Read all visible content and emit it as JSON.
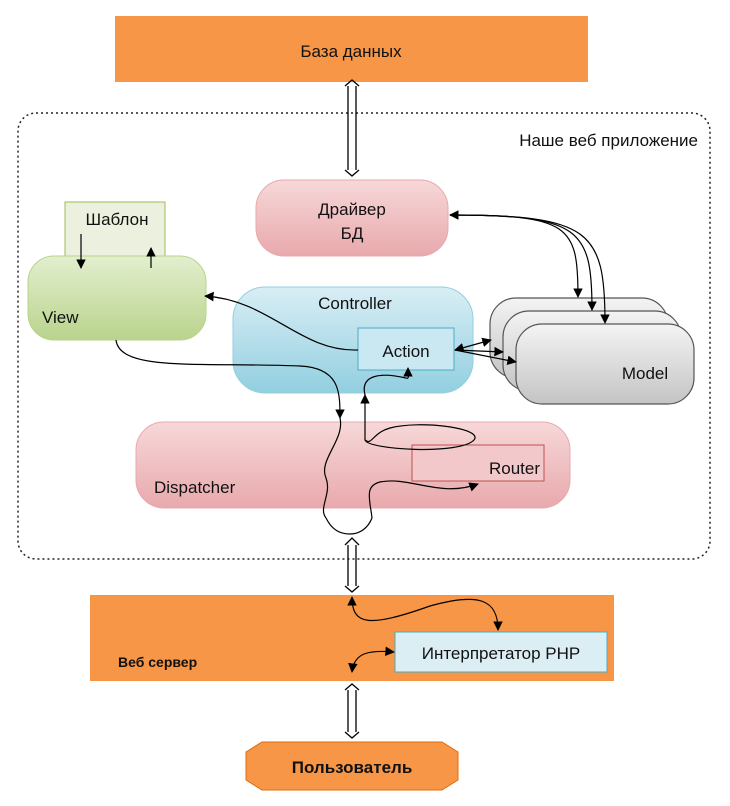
{
  "nodes": {
    "database": "База данных",
    "app_boundary": "Наше веб приложение",
    "db_driver_line1": "Драйвер",
    "db_driver_line2": "БД",
    "template": "Шаблон",
    "view": "View",
    "controller": "Controller",
    "action": "Action",
    "model": "Model",
    "dispatcher": "Dispatcher",
    "router": "Router",
    "web_server": "Веб сервер",
    "php_interpreter": "Интерпретатор PHP",
    "user": "Пользователь"
  },
  "colors": {
    "orange": "#f79646",
    "driver_fill": "#f0c4c6",
    "template_fill": "#ebf1de",
    "view_fill": "#c6dca0",
    "controller_fill": "#b7dde8",
    "model_fill": "#d6d6d6",
    "dispatcher_fill": "#f0c4c6",
    "php_fill": "#dbeef4"
  }
}
